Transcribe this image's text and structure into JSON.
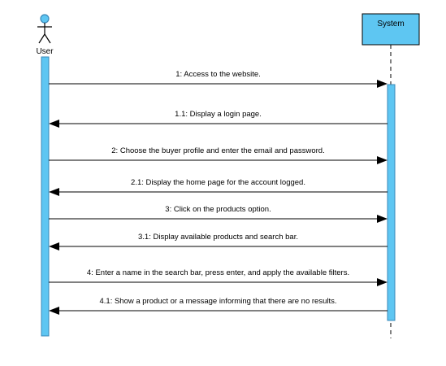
{
  "actor": {
    "name": "User",
    "icon": "stick-figure-icon"
  },
  "system": {
    "name": "System"
  },
  "colors": {
    "lifeline_fill": "#5ec6f2",
    "lifeline_stroke": "#3a88b8",
    "object_fill": "#5ec6f2",
    "object_stroke": "#000000",
    "arrow": "#000000"
  },
  "messages": [
    {
      "label": "1: Access to the website.",
      "direction": "to-system"
    },
    {
      "label": "1.1: Display a login page.",
      "direction": "to-user"
    },
    {
      "label": "2: Choose the buyer profile and enter the email and password.",
      "direction": "to-system"
    },
    {
      "label": "2.1: Display the home page for the account logged.",
      "direction": "to-user"
    },
    {
      "label": "3: Click on the products option.",
      "direction": "to-system"
    },
    {
      "label": "3.1: Display available products and search bar.",
      "direction": "to-user"
    },
    {
      "label": "4: Enter a name in the search bar, press enter, and apply the available filters.",
      "direction": "to-system"
    },
    {
      "label": "4.1: Show a product or a message informing that there are no results.",
      "direction": "to-user"
    }
  ]
}
